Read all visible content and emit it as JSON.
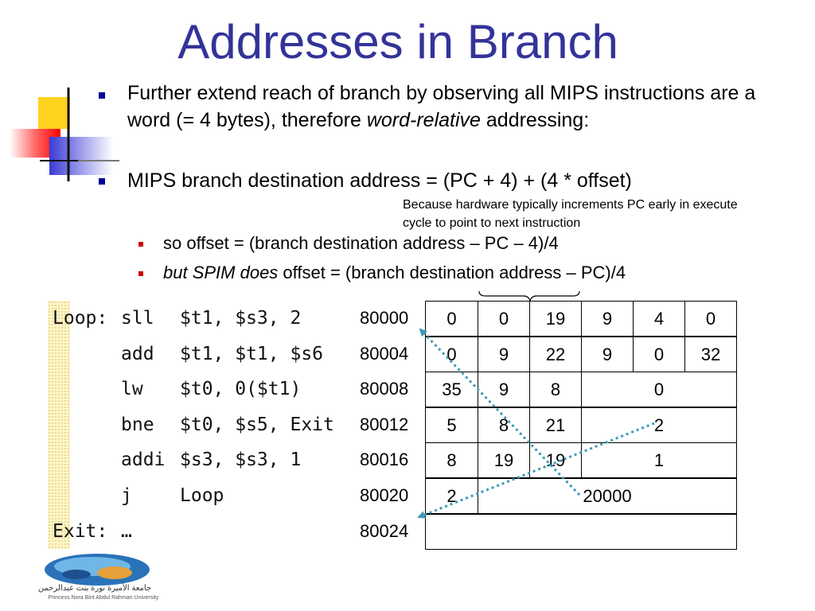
{
  "title": "Addresses in Branch",
  "bullets": [
    {
      "text_before": "Further extend reach of branch by observing all MIPS instructions are a word (= 4 bytes), therefore ",
      "italic": "word-relative",
      "text_after": " addressing:"
    },
    {
      "text": "MIPS branch destination address = (PC + 4) + (4 * offset)"
    }
  ],
  "note": "Because hardware typically increments PC early in execute cycle to point to next instruction",
  "sub_bullets": [
    {
      "italic": "",
      "text": "so offset = (branch destination address – PC – 4)/4"
    },
    {
      "italic": "but SPIM does",
      "text": " offset = (branch destination address – PC)/4"
    }
  ],
  "code": [
    {
      "label": "Loop:",
      "op": "sll",
      "args": "$t1, $s3, 2",
      "addr": "80000"
    },
    {
      "label": "",
      "op": "add",
      "args": "$t1, $t1, $s6",
      "addr": "80004"
    },
    {
      "label": "",
      "op": "lw",
      "args": "$t0, 0($t1)",
      "addr": "80008"
    },
    {
      "label": "",
      "op": "bne",
      "args": "$t0, $s5, Exit",
      "addr": "80012"
    },
    {
      "label": "",
      "op": "addi",
      "args": "$s3, $s3, 1",
      "addr": "80016"
    },
    {
      "label": "",
      "op": "j",
      "args": "Loop",
      "addr": "80020"
    },
    {
      "label": "Exit:",
      "op": "…",
      "args": "",
      "addr": "80024"
    }
  ],
  "machine": [
    [
      "0",
      "0",
      "19",
      "9",
      "4",
      "0"
    ],
    [
      "0",
      "9",
      "22",
      "9",
      "0",
      "32"
    ],
    [
      "35",
      "9",
      "8",
      "0"
    ],
    [
      "5",
      "8",
      "21",
      "2"
    ],
    [
      "8",
      "19",
      "19",
      "1"
    ],
    [
      "2",
      "20000"
    ],
    []
  ],
  "logo_text": "جامعة الأميرة نورة بنت عبدالرحمن",
  "logo_sub": "Princess Nora Bint Abdul Rahman University",
  "colors": {
    "title": "#333399",
    "bullet": "#000099",
    "sub_bullet": "#cc0000",
    "arrow": "#3e9ab5"
  }
}
